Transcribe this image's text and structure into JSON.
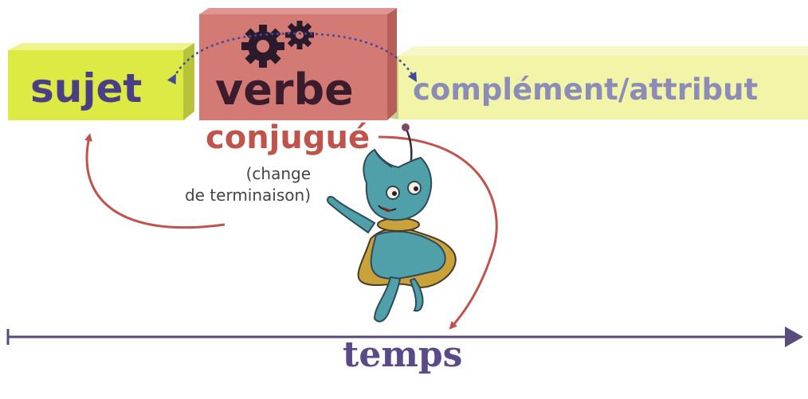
{
  "diagram": {
    "subject_label": "sujet",
    "verb_label": "verbe",
    "complement_label": "complément/attribut",
    "conjugated_label": "conjugué",
    "ending_note_line1": "(change",
    "ending_note_line2": "de terminaison)",
    "time_label": "temps"
  },
  "colors": {
    "subject_block": "#dcea43",
    "verb_block": "#d47a74",
    "complement_block": "#f2f4a8",
    "arrow_red": "#c0544c",
    "arrow_blue": "#3f4a9c",
    "timeline": "#5a4a7e"
  },
  "icons": [
    "gears-icon",
    "cat-mascot-illustration"
  ]
}
